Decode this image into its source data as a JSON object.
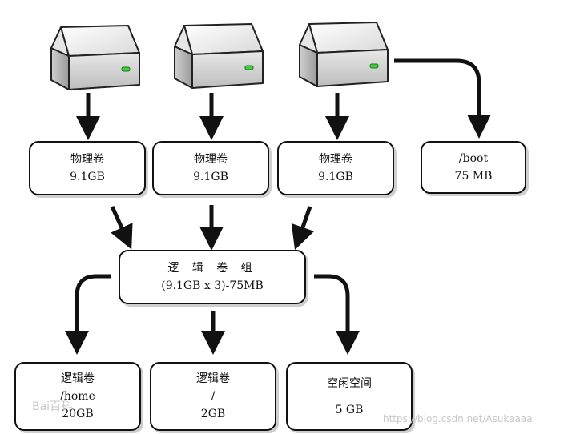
{
  "physical_volumes": [
    {
      "title": "物理卷",
      "size": "9.1GB"
    },
    {
      "title": "物理卷",
      "size": "9.1GB"
    },
    {
      "title": "物理卷",
      "size": "9.1GB"
    }
  ],
  "boot": {
    "title": "/boot",
    "size": "75 MB"
  },
  "volume_group": {
    "title": "逻 辑 卷 组",
    "size": "(9.1GB x 3)-75MB"
  },
  "logical_volumes": [
    {
      "title": "逻辑卷",
      "mount": "/home",
      "size": "20GB"
    },
    {
      "title": "逻辑卷",
      "mount": "/",
      "size": "2GB"
    }
  ],
  "free_space": {
    "title": "空闲空间",
    "size": "5 GB"
  },
  "watermarks": {
    "left": "Bai百科",
    "right": "https://blog.csdn.net/Asukaaaa"
  }
}
